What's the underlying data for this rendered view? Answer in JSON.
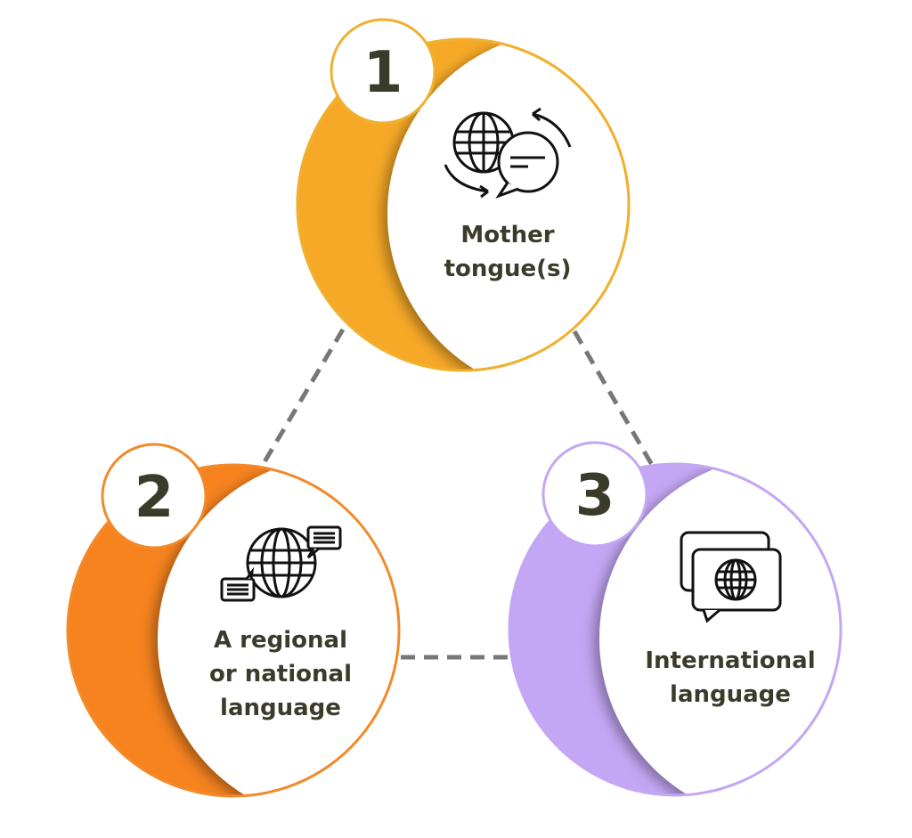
{
  "colors": {
    "one": "#F6A927",
    "two": "#F7831F",
    "three": "#C3A7F4",
    "text": "#3b3b2c"
  },
  "nodes": [
    {
      "number": "1",
      "lines": [
        "Mother",
        "tongue(s)"
      ],
      "icon": "globe-translate-icon"
    },
    {
      "number": "2",
      "lines": [
        "A regional",
        "or national",
        "language"
      ],
      "icon": "globe-messages-icon"
    },
    {
      "number": "3",
      "lines": [
        "International",
        "language"
      ],
      "icon": "speech-bubbles-globe-icon"
    }
  ]
}
